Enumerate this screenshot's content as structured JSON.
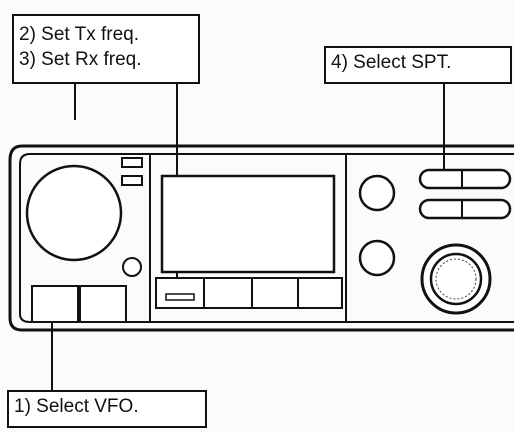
{
  "callouts": {
    "tx_rx": {
      "line1": "2) Set Tx freq.",
      "line2": "3) Set Rx freq."
    },
    "spt": {
      "text": "4) Select SPT."
    },
    "vfo": {
      "text": "1) Select VFO."
    }
  },
  "colors": {
    "ink": "#111111",
    "paper": "#ffffff",
    "faint_ghost_text": "#d8d8d8"
  }
}
